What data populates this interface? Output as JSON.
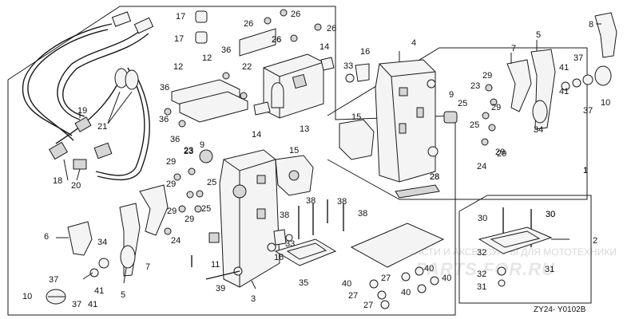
{
  "diagram": {
    "callouts": [
      "17",
      "26",
      "26",
      "26",
      "26",
      "8",
      "17",
      "22",
      "36",
      "26",
      "12",
      "4",
      "16",
      "7",
      "5",
      "12",
      "14",
      "33",
      "9",
      "23",
      "29",
      "41",
      "37",
      "36",
      "28",
      "10",
      "36",
      "15",
      "25",
      "25",
      "29",
      "19",
      "21",
      "34",
      "36",
      "13",
      "14",
      "29",
      "24",
      "41",
      "37",
      "23",
      "9",
      "15",
      "18",
      "20",
      "29",
      "25",
      "29",
      "23",
      "25",
      "29",
      "38",
      "38",
      "38",
      "29",
      "38",
      "6",
      "7",
      "34",
      "33",
      "16",
      "28",
      "30",
      "30",
      "37",
      "41",
      "24",
      "11",
      "1",
      "32",
      "31",
      "10",
      "37",
      "5",
      "41",
      "3",
      "39",
      "35",
      "40",
      "27",
      "40",
      "40",
      "27",
      "27",
      "40",
      "32",
      "31",
      "29",
      "30",
      "2",
      "1"
    ],
    "code": "ZY24- Y0102B"
  },
  "watermark": {
    "line1": "ЗАПЧАСТИ И АКСЕССУАРЫ ДЛЯ МОТОТЕХНИКИ",
    "line2": "PARTS FOR.RU"
  }
}
